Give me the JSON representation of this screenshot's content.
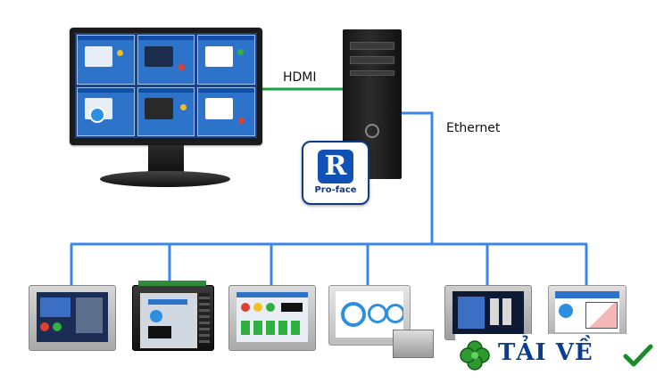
{
  "labels": {
    "hdmi": "HDMI",
    "ethernet": "Ethernet"
  },
  "logo": {
    "brand_text": "Pro-face",
    "mark": "R"
  },
  "watermark": {
    "text": "TẢI VỀ"
  },
  "colors": {
    "hdmi_line": "#19a041",
    "ethernet_line": "#3a86ee",
    "monitor_screen": "#1f3f86",
    "logo_blue": "#1151b5"
  },
  "devices": [
    {
      "name": "hmi-panel-1"
    },
    {
      "name": "hmi-panel-2"
    },
    {
      "name": "hmi-panel-3"
    },
    {
      "name": "hmi-panel-4"
    },
    {
      "name": "hmi-panel-5"
    },
    {
      "name": "hmi-panel-6"
    }
  ]
}
